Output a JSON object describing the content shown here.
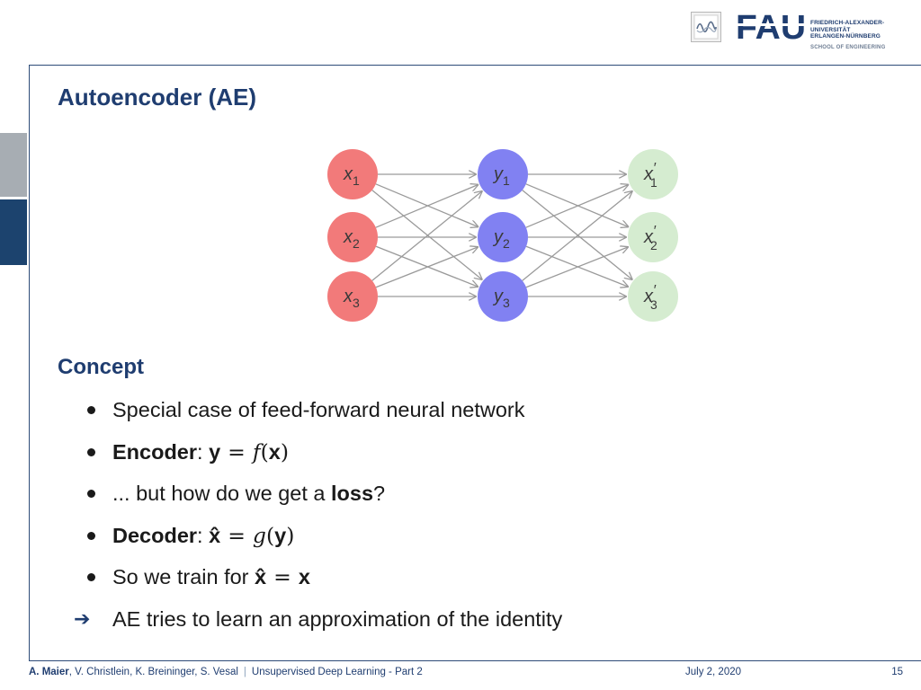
{
  "header": {
    "logo_main": "FAU",
    "university_lines": [
      "FRIEDRICH-ALEXANDER-",
      "UNIVERSITÄT",
      "ERLANGEN-NÜRNBERG"
    ],
    "school": "SCHOOL OF ENGINEERING"
  },
  "slide": {
    "title": "Autoencoder (AE)",
    "section": "Concept"
  },
  "diagram": {
    "input_labels": [
      {
        "base": "x",
        "sub": "1"
      },
      {
        "base": "x",
        "sub": "2"
      },
      {
        "base": "x",
        "sub": "3"
      }
    ],
    "hidden_labels": [
      {
        "base": "y",
        "sub": "1"
      },
      {
        "base": "y",
        "sub": "2"
      },
      {
        "base": "y",
        "sub": "3"
      }
    ],
    "output_labels": [
      {
        "base": "x",
        "sub": "1",
        "prime": "′"
      },
      {
        "base": "x",
        "sub": "2",
        "prime": "′"
      },
      {
        "base": "x",
        "sub": "3",
        "prime": "′"
      }
    ],
    "colors": {
      "input": "#f27a7a",
      "hidden": "#8181f2",
      "output": "#d5ecd0",
      "edge": "#9a9a9a",
      "text": "#3a3a3a"
    }
  },
  "bullets": {
    "b1": "Special case of feed-forward neural network",
    "b2_label": "Encoder",
    "b2_colon": ":",
    "b2_y": "y",
    "b2_eq": "=",
    "b2_f": "f",
    "b2_open": "(",
    "b2_x": "x",
    "b2_close": ")",
    "b3_pre": "... but how do we get a ",
    "b3_bold": "loss",
    "b3_post": "?",
    "b4_label": "Decoder",
    "b4_colon": ":",
    "b4_xhat": "x̂",
    "b4_eq": "=",
    "b4_g": "g",
    "b4_open": "(",
    "b4_y": "y",
    "b4_close": ")",
    "b5_pre": "So we train for ",
    "b5_xhat": "x̂",
    "b5_eq": "=",
    "b5_x": "x",
    "conclusion_arrow": "➔",
    "conclusion": "AE tries to learn an approximation of the identity"
  },
  "footer": {
    "author_main": "A. Maier",
    "authors_rest": ", V. Christlein, K. Breininger, S. Vesal",
    "separator": "|",
    "course": "Unsupervised Deep Learning - Part 2",
    "date": "July 2, 2020",
    "page": "15"
  }
}
